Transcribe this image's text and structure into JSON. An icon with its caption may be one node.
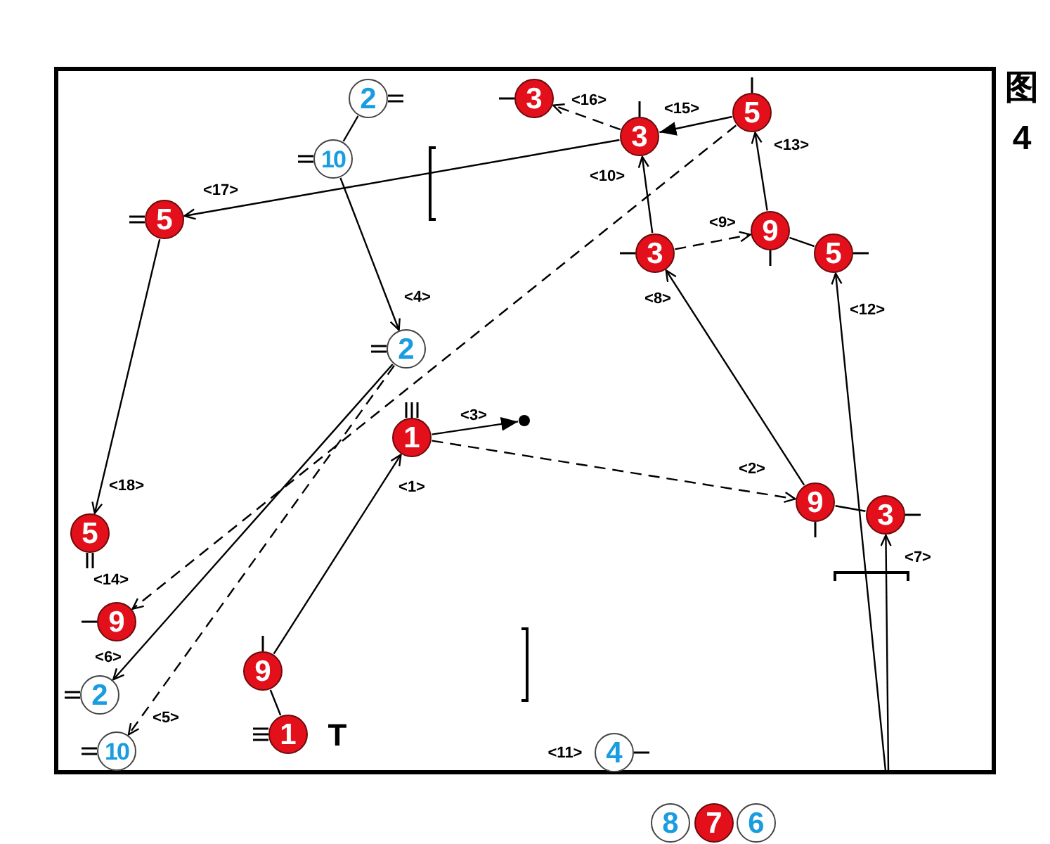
{
  "diagram": {
    "title": "图4",
    "nodes": [
      {
        "text": [
          "2"
        ]
      },
      {
        "text": [
          "3"
        ]
      },
      {
        "text": [
          "5"
        ]
      },
      {
        "text": [
          "3"
        ]
      },
      {
        "text": [
          "10"
        ]
      },
      {
        "text": [
          "5"
        ]
      },
      {
        "text": [
          "9"
        ]
      },
      {
        "text": [
          "3"
        ]
      },
      {
        "text": [
          "5"
        ]
      },
      {
        "text": [
          "2"
        ]
      },
      {
        "text": [
          "1"
        ]
      },
      {
        "text": [],
        "shape": "circle"
      },
      {
        "text": [
          "9"
        ]
      },
      {
        "text": [
          "3"
        ]
      },
      {
        "text": [
          "5"
        ]
      },
      {
        "text": [
          "9"
        ]
      },
      {
        "text": [
          "9"
        ]
      },
      {
        "text": [
          "2"
        ]
      },
      {
        "text": [
          "1"
        ]
      },
      {
        "text": [
          "10"
        ]
      },
      {
        "text": [
          "4"
        ],
        "beside": [
          "<11>"
        ]
      },
      {
        "text": [
          "8"
        ]
      },
      {
        "text": [
          "7"
        ]
      },
      {
        "text": [
          "6"
        ]
      }
    ],
    "edges": [
      {
        "from": 16,
        "to": 10,
        "arrow": "to",
        "label": "<1>"
      },
      {
        "from": 10,
        "to": 12,
        "arrow": "to",
        "label": "<2>",
        "style": "dashed"
      },
      {
        "from": 10,
        "to": 11,
        "arrow": "to",
        "label": "<3>"
      },
      {
        "from": 4,
        "to": 9,
        "arrow": "to",
        "label": "<4>"
      },
      {
        "from": 9,
        "to": 19,
        "arrow": "to",
        "label": "<5>",
        "style": "dashed"
      },
      {
        "from": 9,
        "to": 17,
        "arrow": "to",
        "label": "<6>"
      },
      {
        "from": null,
        "to": 13,
        "arrow": "to",
        "label": "<7>"
      },
      {
        "from": 12,
        "to": 7,
        "arrow": "to",
        "label": "<8>"
      },
      {
        "from": 7,
        "to": 6,
        "arrow": "to",
        "label": "<9>",
        "style": "dashed"
      },
      {
        "from": 7,
        "to": 3,
        "arrow": "to",
        "label": "<10>"
      },
      {
        "from": null,
        "to": 8,
        "arrow": "to",
        "label": "<12>"
      },
      {
        "from": 6,
        "to": 2,
        "arrow": "to",
        "label": "<13>"
      },
      {
        "from": 2,
        "to": 15,
        "arrow": "to",
        "label": "<14>",
        "style": "dashed"
      },
      {
        "from": 2,
        "to": 3,
        "arrow": "to",
        "label": "<15>"
      },
      {
        "from": 3,
        "to": 1,
        "arrow": "to",
        "label": "<16>",
        "style": "dashed"
      },
      {
        "from": 3,
        "to": 5,
        "arrow": "to",
        "label": "<17>"
      },
      {
        "from": 5,
        "to": 14,
        "arrow": "to",
        "label": "<18>"
      },
      {
        "from": 18,
        "to": 16,
        "arrow": "none"
      },
      {
        "from": 0,
        "to": 4,
        "arrow": "none"
      },
      {
        "from": 12,
        "to": 13,
        "arrow": "none"
      },
      {
        "from": 8,
        "to": 6,
        "arrow": "none"
      }
    ],
    "labels": [
      "T"
    ]
  }
}
